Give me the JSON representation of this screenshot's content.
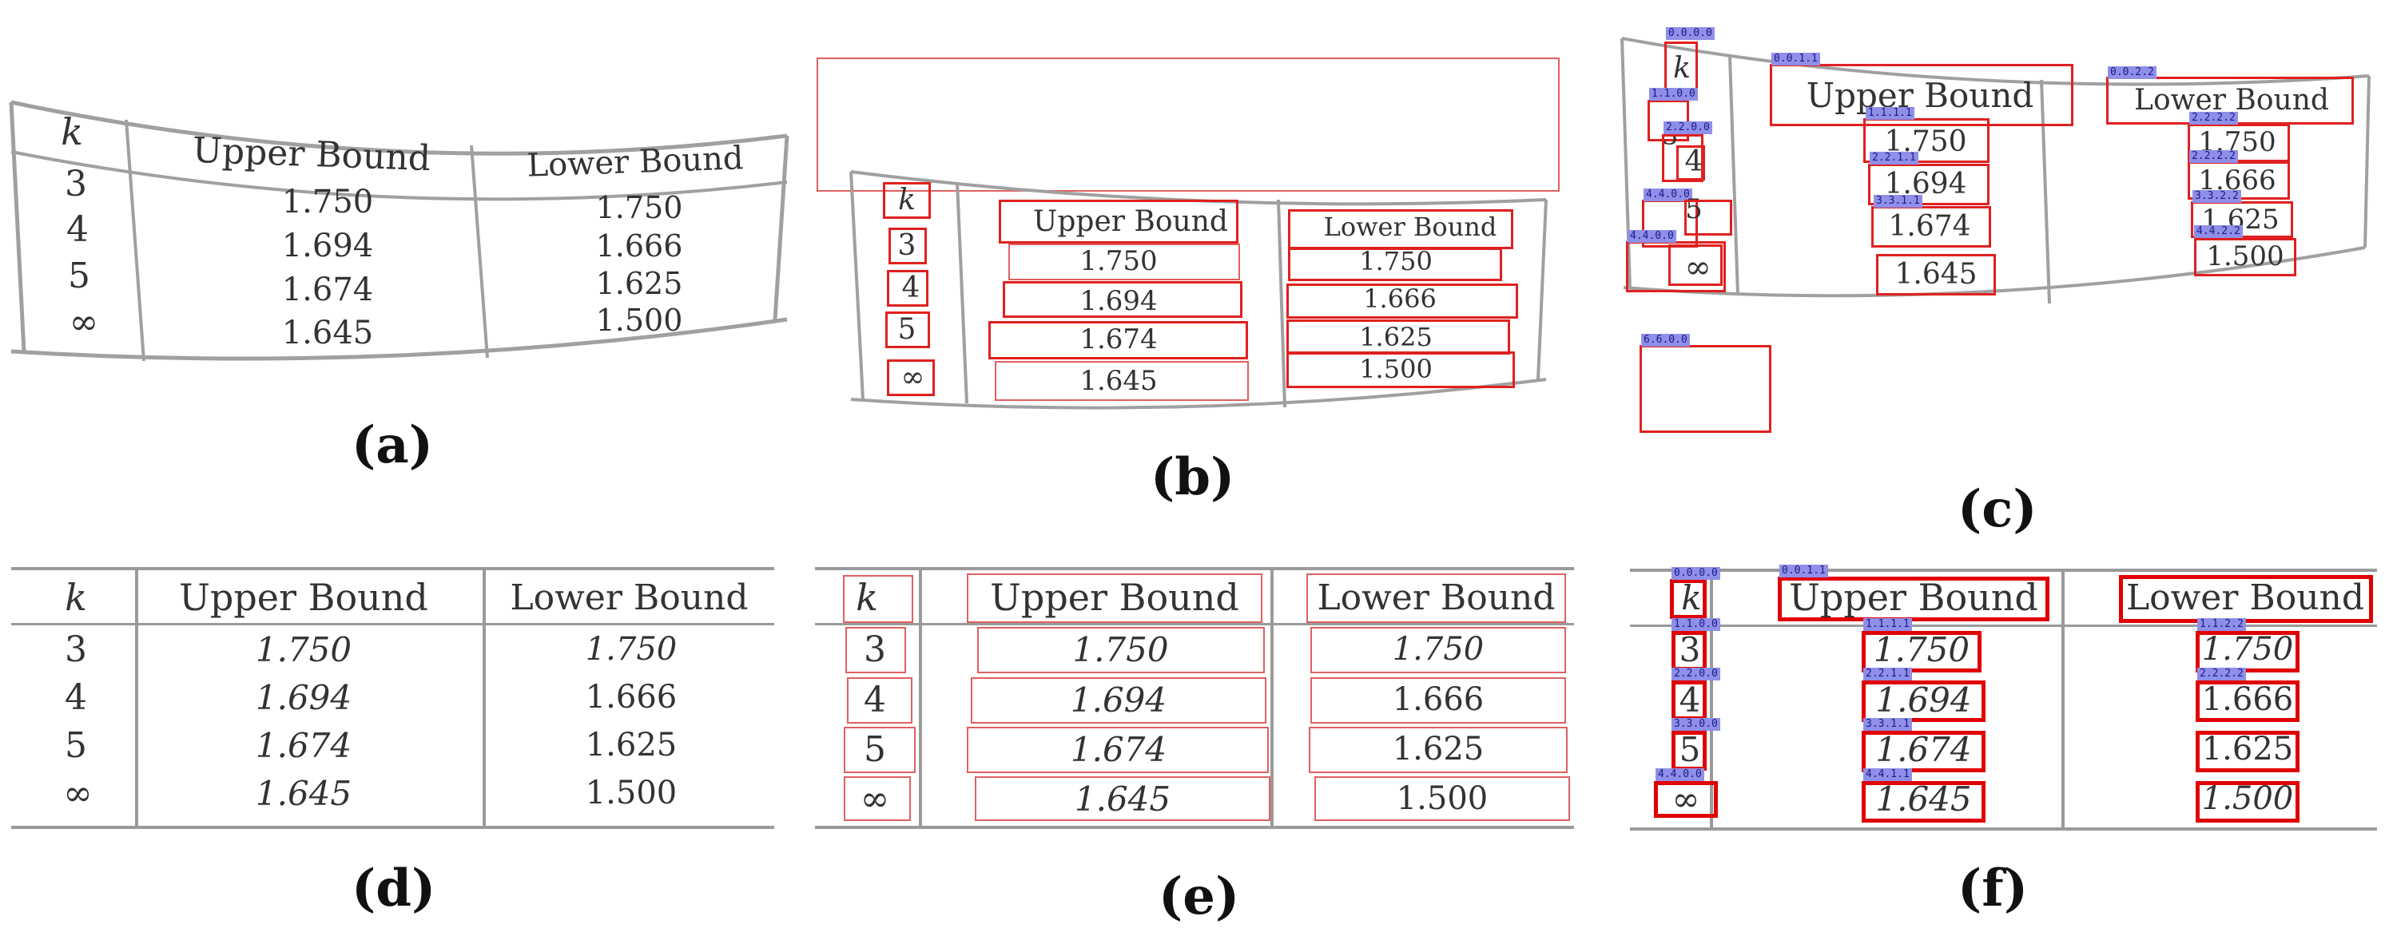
{
  "captions": {
    "a": "(a)",
    "b": "(b)",
    "c": "(c)",
    "d": "(d)",
    "e": "(e)",
    "f": "(f)"
  },
  "table": {
    "headers": [
      "k",
      "Upper Bound",
      "Lower Bound"
    ],
    "rows": [
      [
        "3",
        "1.750",
        "1.750"
      ],
      [
        "4",
        "1.694",
        "1.666"
      ],
      [
        "5",
        "1.674",
        "1.625"
      ],
      [
        "∞",
        "1.645",
        "1.500"
      ]
    ]
  },
  "labels_c": {
    "k": "0.0.0.0",
    "upper": "0.0.1.1",
    "lower": "0.0.2.2",
    "r1k": "1.1.0.0",
    "r1u": "1.1.1.1",
    "r1l": "2.2.2.2",
    "r2k": "2.2.0.0",
    "r2u": "2.2.1.1",
    "r2l": "2.2.2.2",
    "r3k": "4.4.0.0",
    "r3u": "3.3.1.1",
    "r3l": "3.3.2.2",
    "r4k": "4.4.0.0",
    "r4l": "4.4.2.2",
    "extra": "6.6.0.0"
  },
  "labels_f": {
    "k": "0.0.0.0",
    "upper": "0.0.1.1",
    "r1k": "1.1.0.0",
    "r1u": "1.1.1.1",
    "r1l": "1.1.2.2",
    "r2k": "2.2.0.0",
    "r2u": "2.2.1.1",
    "r2l": "2.2.2.2",
    "r3k": "3.3.0.0",
    "r3u": "3.3.1.1",
    "r4k": "4.4.0.0",
    "r4u": "4.4.1.1"
  }
}
